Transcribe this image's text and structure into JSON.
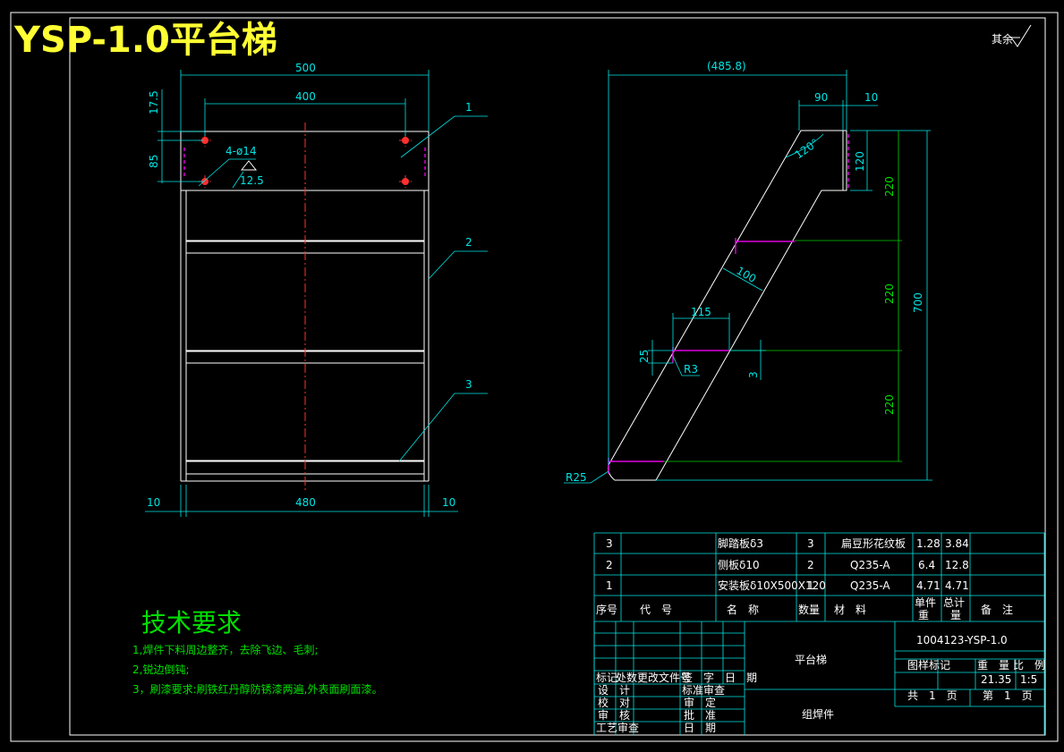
{
  "title": "YSP-1.0平台梯",
  "roughness": "其余",
  "front_view": {
    "dims": {
      "w500": "500",
      "w400": "400",
      "h175": "17.5",
      "h85": "85",
      "holes": "4-ø14",
      "depth": "12.5",
      "w480": "480",
      "l10": "10",
      "r10": "10"
    },
    "balloons": [
      "1",
      "2",
      "3"
    ]
  },
  "side_view": {
    "dims": {
      "overall": "(485.8)",
      "d90": "90",
      "d10": "10",
      "ang": "120°",
      "h120": "120",
      "h220a": "220",
      "h220b": "220",
      "h220c": "220",
      "h700": "700",
      "s100": "100",
      "s115": "115",
      "h25": "25",
      "r3": "R3",
      "d3": "3",
      "r25": "R25"
    }
  },
  "tech": {
    "heading": "技术要求",
    "lines": [
      "1,焊件下料周边整齐，去除飞边、毛刺;",
      "2,锐边倒钝;",
      "3，刷漆要求:刷铁红丹醇防锈漆两遍,外表面刷面漆。"
    ]
  },
  "bom": {
    "rows": [
      {
        "no": "3",
        "code": "",
        "name": "脚踏板δ3",
        "qty": "3",
        "mat": "扁豆形花纹板",
        "unit": "1.28",
        "total": "3.84",
        "note": ""
      },
      {
        "no": "2",
        "code": "",
        "name": "侧板δ10",
        "qty": "2",
        "mat": "Q235-A",
        "unit": "6.4",
        "total": "12.8",
        "note": ""
      },
      {
        "no": "1",
        "code": "",
        "name": "安装板δ10X500X120",
        "qty": "1",
        "mat": "Q235-A",
        "unit": "4.71",
        "total": "4.71",
        "note": ""
      }
    ],
    "header": {
      "no": "序号",
      "code": "代　号",
      "name": "名　称",
      "qty": "数量",
      "mat": "材　料",
      "unit": "单件\n重",
      "total": "总计\n量",
      "note": "备　注"
    }
  },
  "title_block": {
    "part_name": "平台梯",
    "drawing_no": "1004123-YSP-1.0",
    "sub": "组焊件",
    "stage_lbl": "图样标记",
    "weight_lbl": "重　量",
    "scale_lbl": "比　例",
    "weight": "21.35",
    "scale": "1:5",
    "sheets_total": "共　1　页",
    "sheet_no": "第　1　页",
    "rev_labels": [
      "标记",
      "处数",
      "更改文件号",
      "签　字",
      "日　期"
    ],
    "sign_labels": [
      "设　计",
      "校　对",
      "审　核",
      "工艺审查"
    ],
    "sign_labels2": [
      "标准审查",
      "审　定",
      "批　准",
      "日　期"
    ]
  }
}
